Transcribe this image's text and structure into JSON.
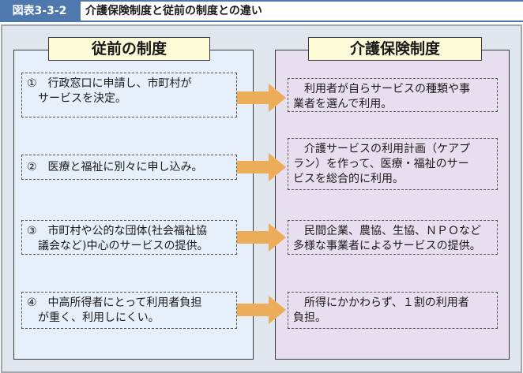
{
  "header": {
    "figure_label": "図表3-3-2",
    "title": "介護保険制度と従前の制度との違い"
  },
  "colors": {
    "header_blue": "#4f79ac",
    "arrow_orange": "#ecad5b",
    "left_panel_bg": "#e6f0fb",
    "right_panel_bg": "#e7dff0",
    "tab_bg": "#fefbd8",
    "outer_bg": "#dfe6ee"
  },
  "left": {
    "title": "従前の制度",
    "items": [
      "①　行政窓口に申請し、市町村が\n　サービスを決定。",
      "②　医療と福祉に別々に申し込み。",
      "③　市町村や公的な団体(社会福祉協\n　議会など)中心のサービスの提供。",
      "④　中高所得者にとって利用者負担\n　が重く、利用しにくい。"
    ]
  },
  "right": {
    "title": "介護保険制度",
    "items": [
      "　利用者が自らサービスの種類や事\n業者を選んで利用。",
      "　介護サービスの利用計画（ケアプ\nラン）を作って、医療・福祉のサー\nビスを総合的に利用。",
      "　民間企業、農協、生協、ＮＰＯなど\n多様な事業者によるサービスの提供。",
      "　所得にかかわらず、１割の利用者\n負担。"
    ]
  }
}
